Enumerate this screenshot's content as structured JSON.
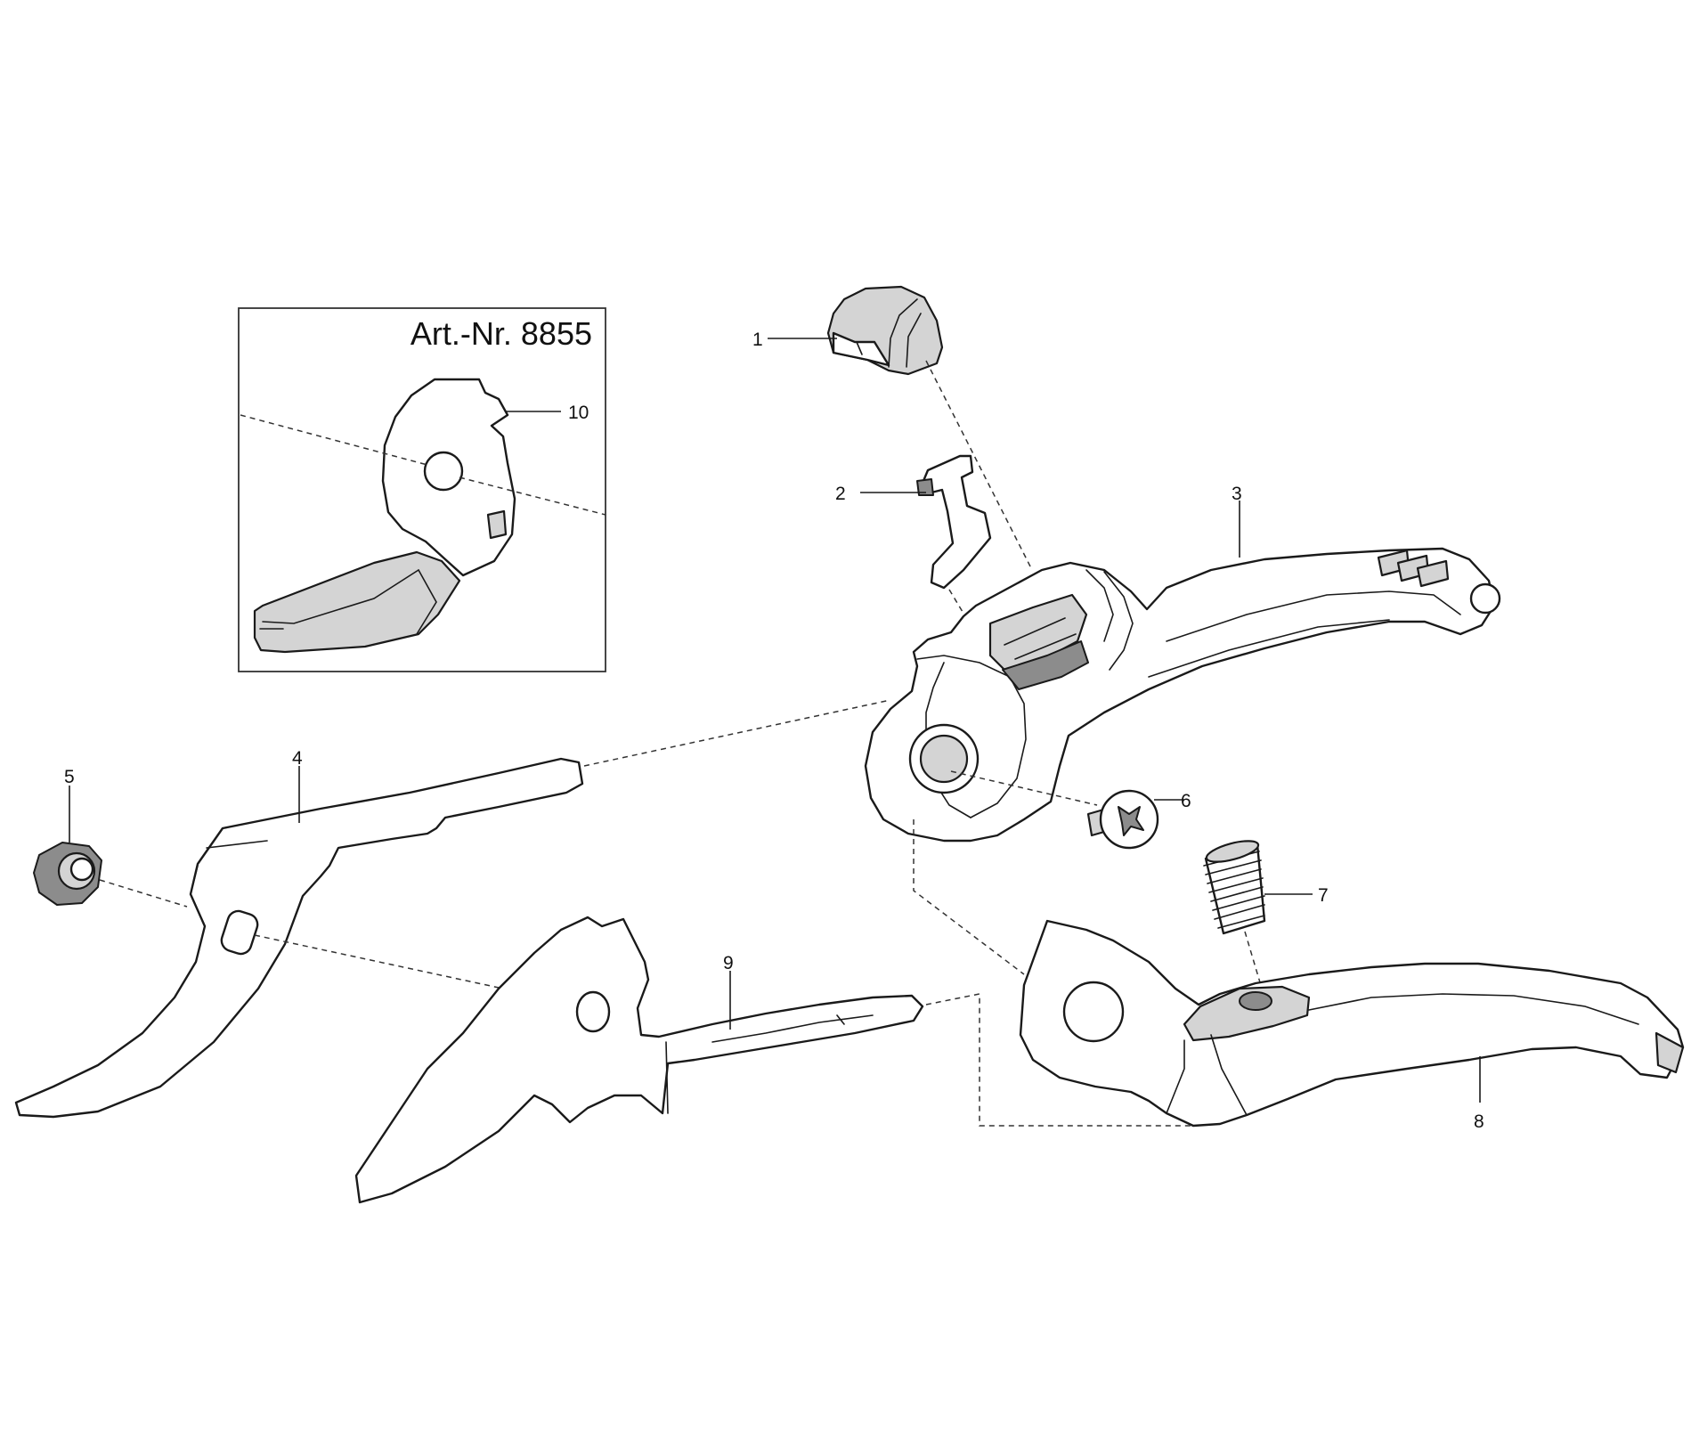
{
  "inset": {
    "title": "Art.-Nr. 8855"
  },
  "callouts": {
    "c1": "1",
    "c2": "2",
    "c3": "3",
    "c4": "4",
    "c5": "5",
    "c6": "6",
    "c7": "7",
    "c8": "8",
    "c9": "9",
    "c10": "10"
  },
  "colors": {
    "line": "#1a1a1a",
    "part_fill": "#ffffff",
    "shade": "#d4d4d4"
  }
}
